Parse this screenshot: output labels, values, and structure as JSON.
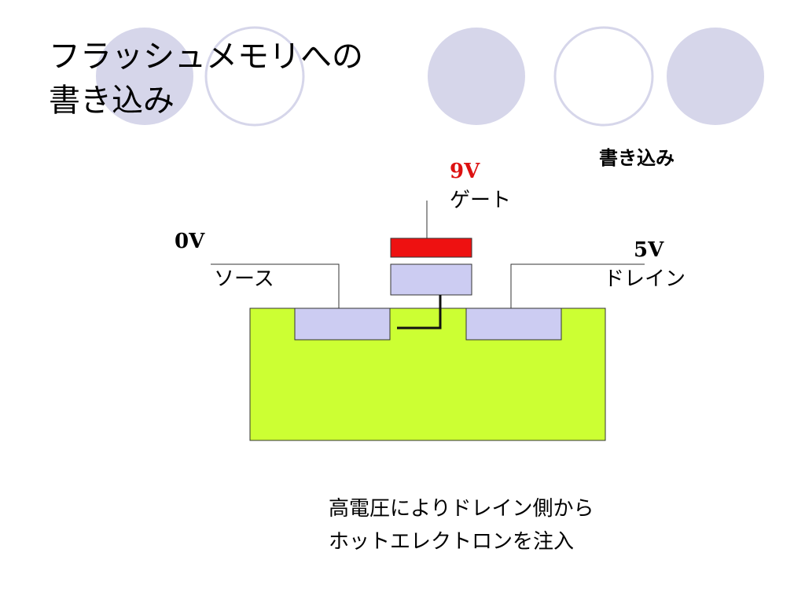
{
  "slide": {
    "title": "フラッシュメモリへの\n書き込み",
    "operation_label": "書き込み",
    "caption": "高電圧によりドレイン側から\nホットエレクトロンを注入"
  },
  "gate": {
    "voltage": "9V",
    "label": "ゲート"
  },
  "source": {
    "voltage": "0V",
    "label": "ソース"
  },
  "drain": {
    "voltage": "5V",
    "label": "ドレイン"
  },
  "colors": {
    "decor_circle": "#d6d6ea",
    "decor_outline": "#d6d6ea",
    "substrate": "#ccff33",
    "region": "#ccccf2",
    "gate_electrode": "#ee1111",
    "gate_voltage_text": "#dd1111"
  }
}
